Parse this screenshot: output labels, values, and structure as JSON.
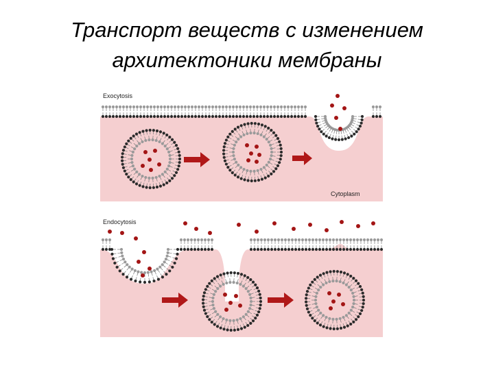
{
  "slide": {
    "title_line1": "Транспорт веществ с изменением",
    "title_line2": "архитектоники мембраны"
  },
  "exocytosis": {
    "label": "Exocytosis",
    "region_label": "Cytoplasm"
  },
  "endocytosis": {
    "label": "Endocytosis"
  },
  "colors": {
    "cytoplasm": "#f5cfd0",
    "lipid_head_dark": "#2b2b2b",
    "lipid_head_light": "#9a9a9a",
    "cargo": "#a31515",
    "arrow": "#b01818"
  },
  "icons": [
    "right-arrow-icon"
  ]
}
